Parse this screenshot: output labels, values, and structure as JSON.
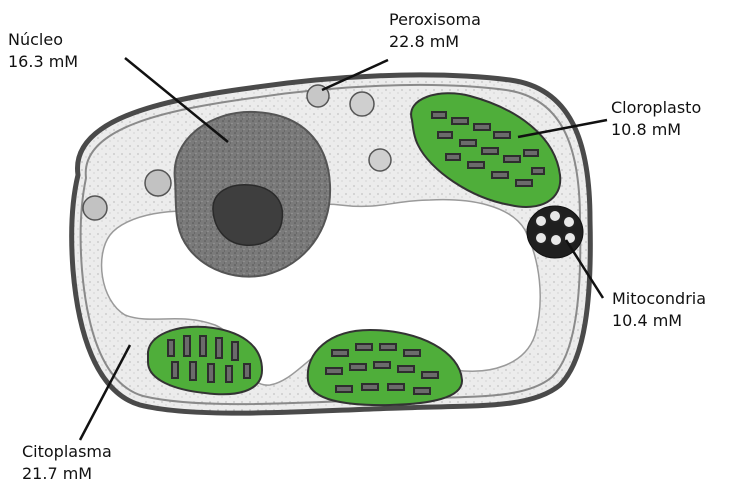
{
  "labels": {
    "nucleo": {
      "name": "Núcleo",
      "value": "16.3 mM"
    },
    "peroxisoma": {
      "name": "Peroxisoma",
      "value": "22.8 mM"
    },
    "cloroplasto": {
      "name": "Cloroplasto",
      "value": "10.8 mM"
    },
    "mitocondria": {
      "name": "Mitocondria",
      "value": "10.4 mM"
    },
    "citoplasma": {
      "name": "Citoplasma",
      "value": "21.7 mM"
    }
  },
  "colors": {
    "chloroplast": "#4fae3a",
    "chloroplast_dark": "#2f7a22",
    "nucleus": "#7a7a7a",
    "nucleolus": "#3e3e3e",
    "cell_wall": "#555555",
    "cytoplasm": "#e9e9e9",
    "vacuole": "#ffffff",
    "mitochondria": "#222222"
  }
}
